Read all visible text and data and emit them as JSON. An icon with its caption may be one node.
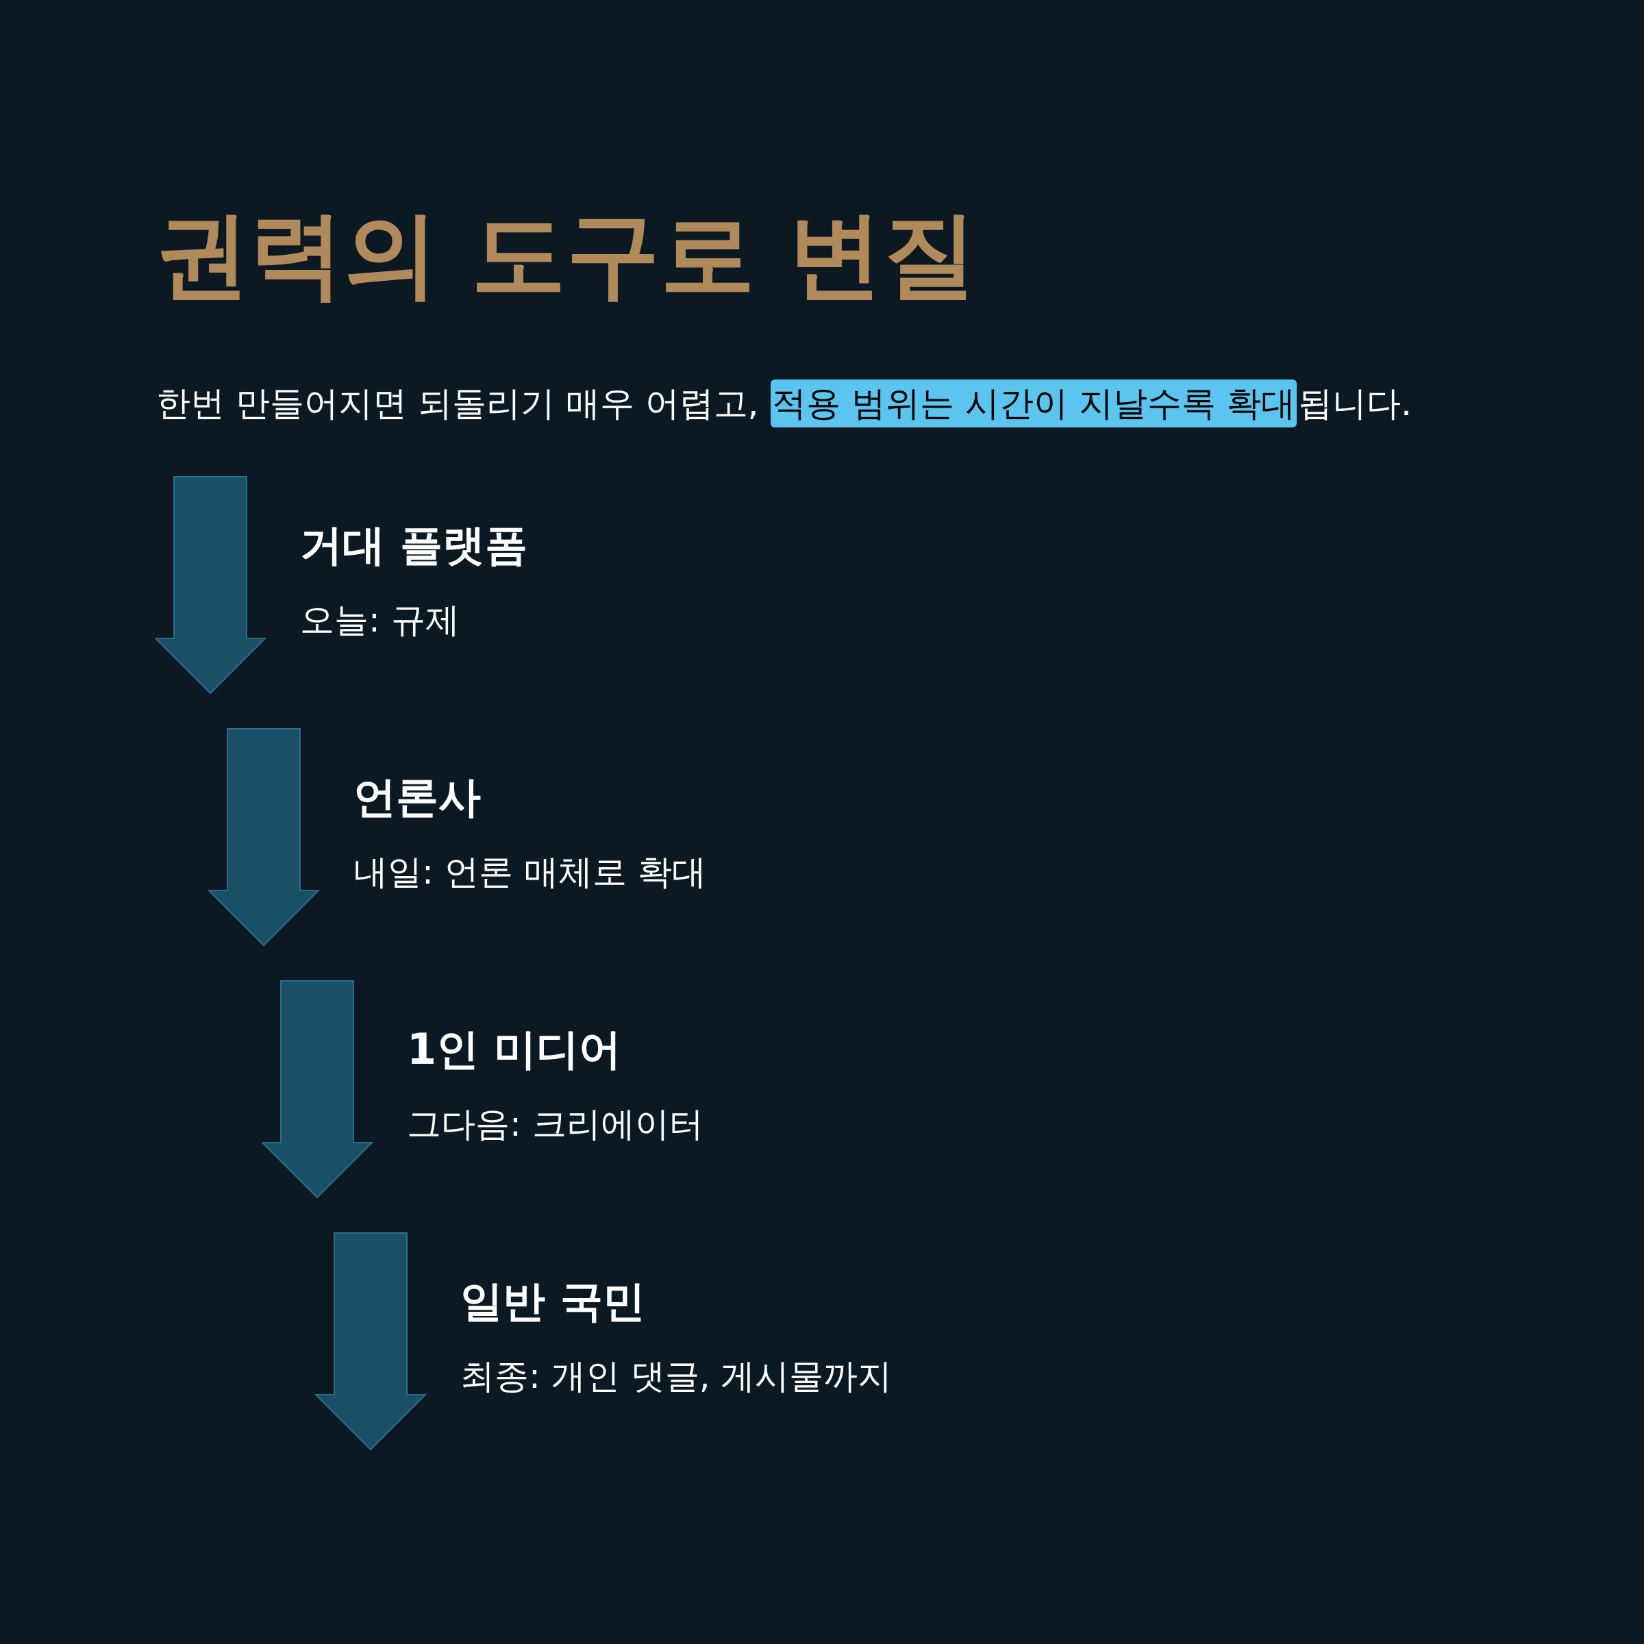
{
  "diagram": {
    "title": "권력의 도구로 변질",
    "labels": [
      "한번 만들어지면 되돌리기 매우 어렵고, ",
      "적용 범위는 시간이 지날수록 확대",
      "됩니다."
    ],
    "nodes": [
      {
        "text": [
          "거대 플랫폼",
          "오늘: 규제"
        ]
      },
      {
        "text": [
          "언론사",
          "내일: 언론 매체로 확대"
        ]
      },
      {
        "text": [
          "1인 미디어",
          "그다음: 크리에이터"
        ]
      },
      {
        "text": [
          "일반 국민",
          "최종: 개인 댓글, 게시물까지"
        ]
      }
    ]
  }
}
